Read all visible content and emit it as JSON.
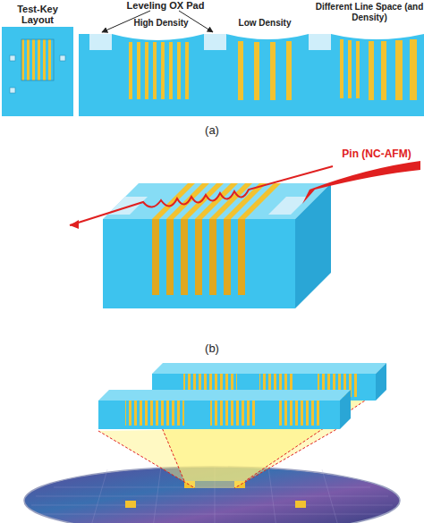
{
  "diagram": {
    "labels": [
      "Test-Key Layout",
      "Leveling OX Pad",
      "High Density",
      "Low Density",
      "Different Line Space (and Density)",
      "(a)",
      "Pin (NC-AFM)",
      "(b)"
    ]
  }
}
